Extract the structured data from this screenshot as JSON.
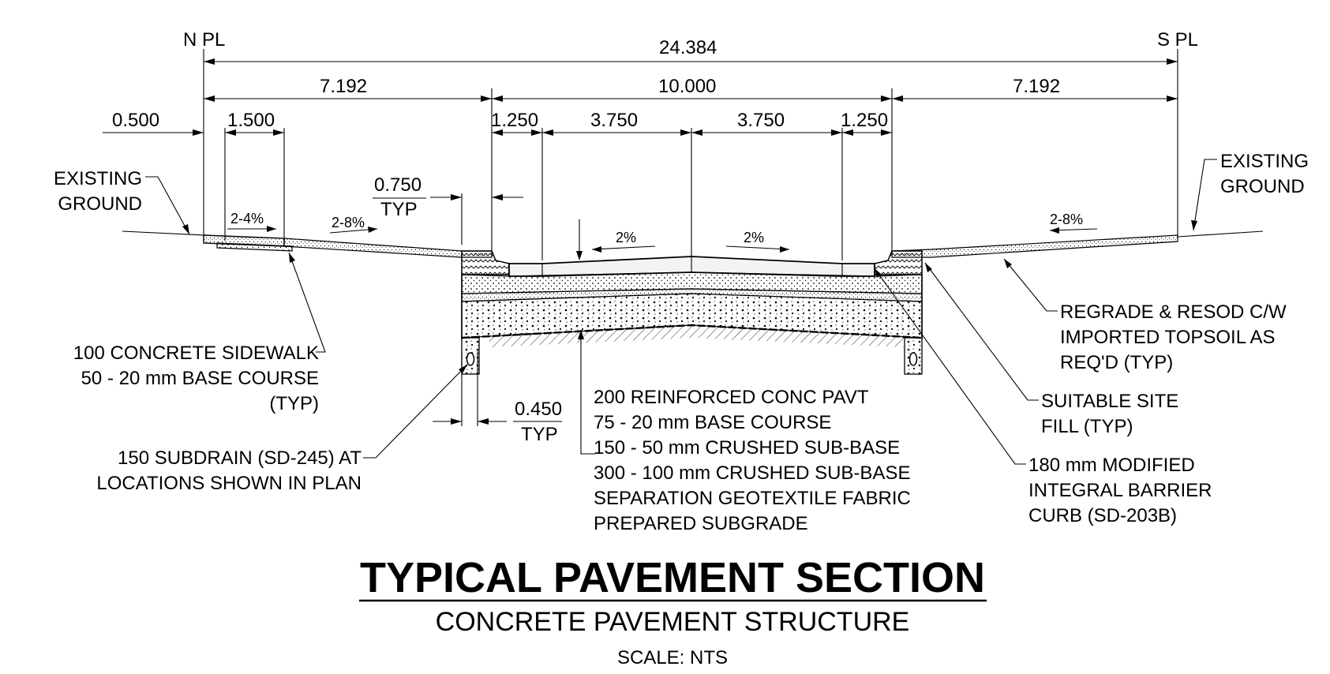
{
  "property_lines": {
    "north": "N PL",
    "south": "S PL"
  },
  "dimensions": {
    "overall": "24.384",
    "boulevard_left": "7.192",
    "roadway": "10.000",
    "boulevard_right": "7.192",
    "offset_left": "0.500",
    "sidewalk": "1.500",
    "gutter_left": "1.250",
    "lane_left": "3.750",
    "lane_right": "3.750",
    "gutter_right": "1.250",
    "curb_offset": "0.750",
    "curb_offset_typ": "TYP",
    "subdrain_offset": "0.450",
    "subdrain_offset_typ": "TYP"
  },
  "slopes": {
    "sidewalk": "2-4%",
    "boulevard_left": "2-8%",
    "lane_left": "2%",
    "lane_right": "2%",
    "boulevard_right": "2-8%"
  },
  "callouts": {
    "existing_ground_left": [
      "EXISTING",
      "GROUND"
    ],
    "existing_ground_right": [
      "EXISTING",
      "GROUND"
    ],
    "sidewalk": [
      "100 CONCRETE SIDEWALK",
      "50 - 20 mm BASE COURSE",
      "(TYP)"
    ],
    "subdrain": [
      "150 SUBDRAIN (SD-245) AT",
      "LOCATIONS SHOWN IN PLAN"
    ],
    "pavement_structure": [
      "200 REINFORCED CONC PAVT",
      "75 - 20 mm BASE COURSE",
      "150 - 50 mm CRUSHED SUB-BASE",
      "300 - 100 mm CRUSHED SUB-BASE",
      "SEPARATION GEOTEXTILE FABRIC",
      "PREPARED SUBGRADE"
    ],
    "topsoil": [
      "REGRADE & RESOD C/W",
      "IMPORTED TOPSOIL AS",
      "REQ'D (TYP)"
    ],
    "fill": [
      "SUITABLE SITE",
      "FILL (TYP)"
    ],
    "curb": [
      "180 mm MODIFIED",
      "INTEGRAL BARRIER",
      "CURB (SD-203B)"
    ]
  },
  "title": {
    "main": "TYPICAL PAVEMENT SECTION",
    "sub": "CONCRETE PAVEMENT STRUCTURE",
    "scale": "SCALE: NTS"
  }
}
